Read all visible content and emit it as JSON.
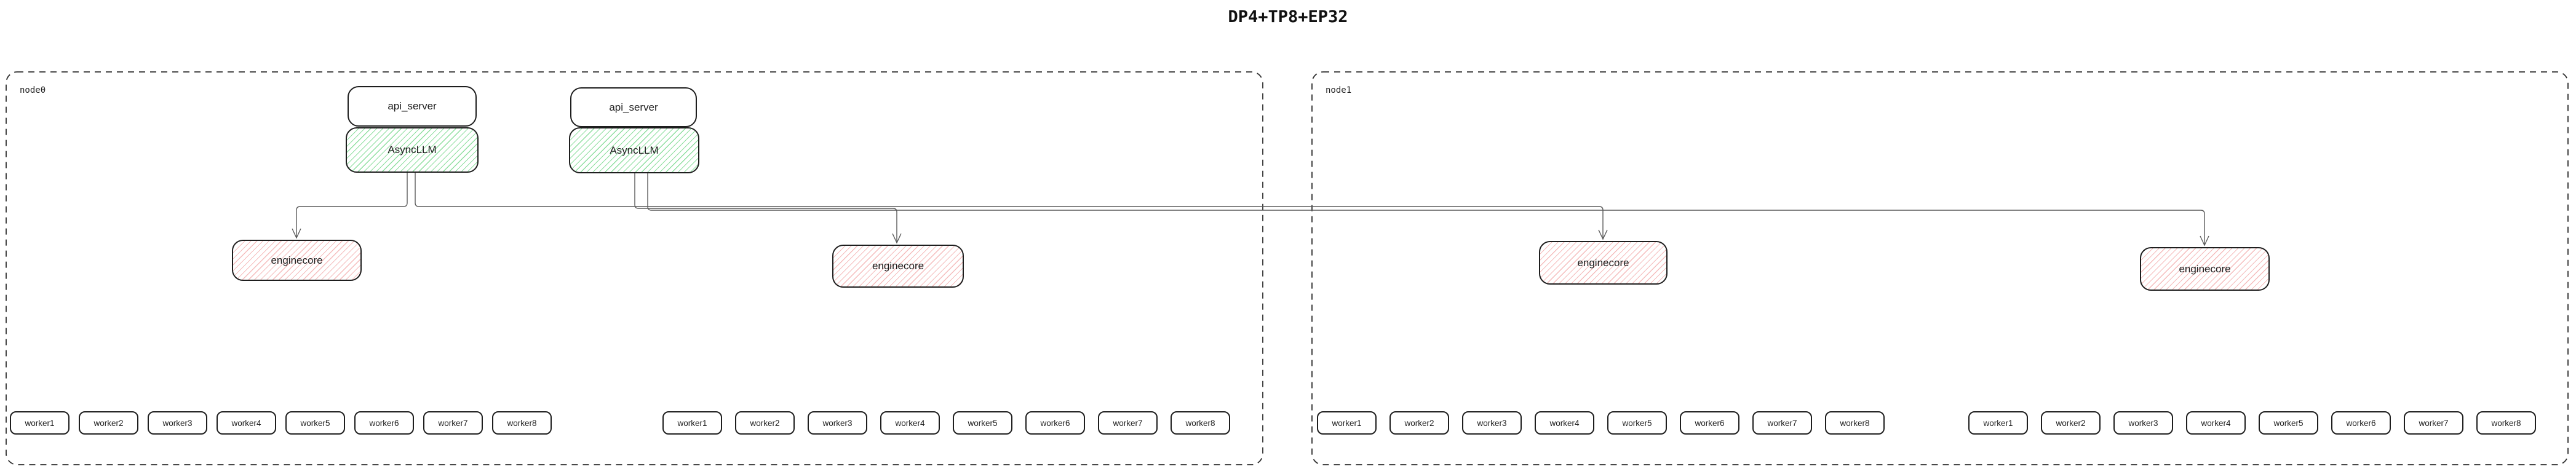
{
  "title": "DP4+TP8+EP32",
  "colors": {
    "box_border": "#1e1e1e",
    "node_border": "#2f2f2f",
    "connector": "#5b5b5b",
    "green_hatch": "#8fdfa0",
    "red_hatch": "#f5bcbc"
  },
  "nodes": [
    {
      "label": "node0",
      "server_stacks": [
        {
          "api_server": "api_server",
          "async_llm": "AsyncLLM"
        },
        {
          "api_server": "api_server",
          "async_llm": "AsyncLLM"
        }
      ],
      "enginecores": [
        "enginecore",
        "enginecore"
      ],
      "worker_groups": [
        [
          "worker1",
          "worker2",
          "worker3",
          "worker4",
          "worker5",
          "worker6",
          "worker7",
          "worker8"
        ],
        [
          "worker1",
          "worker2",
          "worker3",
          "worker4",
          "worker5",
          "worker6",
          "worker7",
          "worker8"
        ]
      ]
    },
    {
      "label": "node1",
      "server_stacks": [],
      "enginecores": [
        "enginecore",
        "enginecore"
      ],
      "worker_groups": [
        [
          "worker1",
          "worker2",
          "worker3",
          "worker4",
          "worker5",
          "worker6",
          "worker7",
          "worker8"
        ],
        [
          "worker1",
          "worker2",
          "worker3",
          "worker4",
          "worker5",
          "worker6",
          "worker7",
          "worker8"
        ]
      ]
    }
  ],
  "edges": [
    {
      "from": "node0.AsyncLLM-1",
      "to": "node0.enginecore-1"
    },
    {
      "from": "node0.AsyncLLM-1",
      "to": "node1.enginecore-1"
    },
    {
      "from": "node0.AsyncLLM-2",
      "to": "node0.enginecore-2"
    },
    {
      "from": "node0.AsyncLLM-2",
      "to": "node1.enginecore-2"
    }
  ]
}
